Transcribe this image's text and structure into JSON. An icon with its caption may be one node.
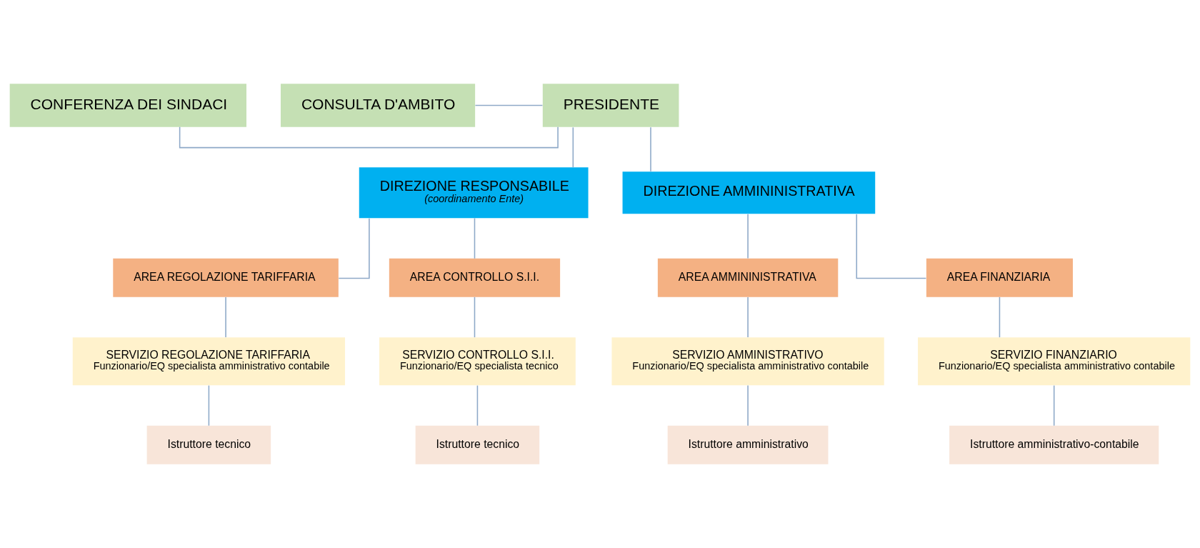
{
  "diagram": {
    "nodes": [
      {
        "text": [
          "CONFERENZA DEI SINDACI"
        ]
      },
      {
        "text": [
          "CONSULTA D'AMBITO"
        ]
      },
      {
        "text": [
          "PRESIDENTE"
        ]
      },
      {
        "text": [
          "DIREZIONE RESPONSABILE",
          "(coordinamento Ente)"
        ]
      },
      {
        "text": [
          "DIREZIONE AMMININISTRATIVA"
        ]
      },
      {
        "text": [
          "AREA AMMININISTRATIVA"
        ]
      },
      {
        "text": [
          "AREA FINANZIARIA"
        ]
      },
      {
        "text": [
          "AREA REGOLAZIONE TARIFFARIA"
        ]
      },
      {
        "text": [
          "AREA CONTROLLO S.I.I."
        ]
      },
      {
        "text": [
          "SERVIZIO AMMINISTRATIVO",
          "Funzionario/EQ specialista amministrativo contabile"
        ]
      },
      {
        "text": [
          "SERVIZIO FINANZIARIO",
          "Funzionario/EQ specialista amministrativo contabile"
        ]
      },
      {
        "text": [
          "SERVIZIO REGOLAZIONE TARIFFARIA",
          "Funzionario/EQ specialista amministrativo contabile"
        ]
      },
      {
        "text": [
          "SERVIZIO CONTROLLO S.I.I.",
          "Funzionario/EQ specialista tecnico"
        ]
      },
      {
        "text": [
          "Istruttore amministrativo"
        ]
      },
      {
        "text": [
          "Istruttore amministrativo-contabile"
        ]
      },
      {
        "text": [
          "Istruttore tecnico"
        ]
      },
      {
        "text": [
          "Istruttore tecnico"
        ]
      }
    ],
    "edges": [
      {
        "from": 0,
        "to": 2,
        "arrow": "none"
      },
      {
        "from": 1,
        "to": 2,
        "arrow": "none"
      },
      {
        "from": 2,
        "to": 3,
        "arrow": "none"
      },
      {
        "from": 2,
        "to": 4,
        "arrow": "none"
      },
      {
        "from": 4,
        "to": 5,
        "arrow": "none"
      },
      {
        "from": 4,
        "to": 6,
        "arrow": "none"
      },
      {
        "from": 3,
        "to": 7,
        "arrow": "none"
      },
      {
        "from": 3,
        "to": 8,
        "arrow": "none"
      },
      {
        "from": 5,
        "to": 9,
        "arrow": "none"
      },
      {
        "from": 6,
        "to": 10,
        "arrow": "none"
      },
      {
        "from": 7,
        "to": 11,
        "arrow": "none"
      },
      {
        "from": 8,
        "to": 12,
        "arrow": "none"
      },
      {
        "from": 9,
        "to": 13,
        "arrow": "none"
      },
      {
        "from": 10,
        "to": 14,
        "arrow": "none"
      },
      {
        "from": 11,
        "to": 15,
        "arrow": "none"
      },
      {
        "from": 12,
        "to": 16,
        "arrow": "none"
      }
    ]
  }
}
